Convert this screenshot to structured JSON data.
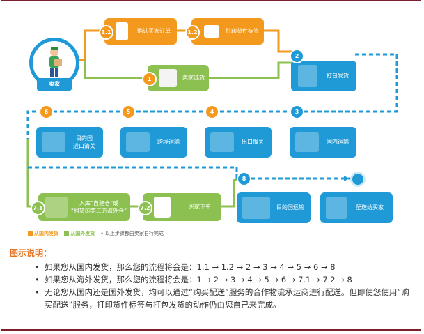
{
  "colors": {
    "blue": "#1f9ad6",
    "orange": "#f39a1e",
    "green": "#8cc152",
    "accent": "#e8731d",
    "frame": "#7a1f2b"
  },
  "seller": {
    "label": "卖家",
    "icon": "person-with-box-icon"
  },
  "steps": {
    "s1_1": {
      "badge": "1.1",
      "label": "确认买家订单",
      "icon": "checklist-icon"
    },
    "s1_2": {
      "badge": "1.2",
      "label": "打印货件标签",
      "icon": "printer-icon"
    },
    "s1": {
      "badge": "1",
      "label": "卖家选货",
      "icon": "warehouse-icon"
    },
    "s2": {
      "badge": "2",
      "label": "打包发货",
      "icon": "packing-icon"
    },
    "s3": {
      "badge": "3",
      "label": "国内运输",
      "icon": "truck-icon"
    },
    "s4": {
      "badge": "4",
      "label": "出口报关",
      "icon": "customs-desk-icon"
    },
    "s5": {
      "badge": "5",
      "label": "跨境运输",
      "icon": "airplane-ship-icon"
    },
    "s6": {
      "badge": "6",
      "label_line1": "目的国",
      "label_line2": "进口清关",
      "icon": "clearance-icon"
    },
    "s7_1": {
      "badge": "7.1",
      "label_line1": "入库“自建仓”或",
      "label_line2": "“租赁的第三方海外仓”",
      "icon": "warehouse-boxes-icon"
    },
    "s7_2": {
      "badge": "7.2",
      "label": "买家下单",
      "icon": "order-form-icon"
    },
    "s8": {
      "badge": "8",
      "label": "目的国运输",
      "icon": "trucks-icon"
    },
    "deliver": {
      "label": "配送给买家",
      "icon": "delivery-person-icon"
    }
  },
  "legend": {
    "domestic": "从国内发货",
    "overseas": "从国外发货",
    "note": "• 以上步骤都由卖家自行完成"
  },
  "notes": {
    "title": "图示说明：",
    "items": [
      "如果您从国内发货，那么您的流程将会是：1.1 → 1.2 → 2 → 3 → 4 → 5 → 6 → 8",
      "如果您从海外发货，那么您的流程将会是：1 → 2 → 3 → 4 → 5 → 6 → 7.1 → 7.2 → 8",
      "无论您从国内还是国外发货，均可以通过“购买配送”服务的合作物流承运商进行配送。但即使您使用“购买配送”服务，打印货件标签与打包发货的动作仍由您自己来完成。"
    ]
  }
}
